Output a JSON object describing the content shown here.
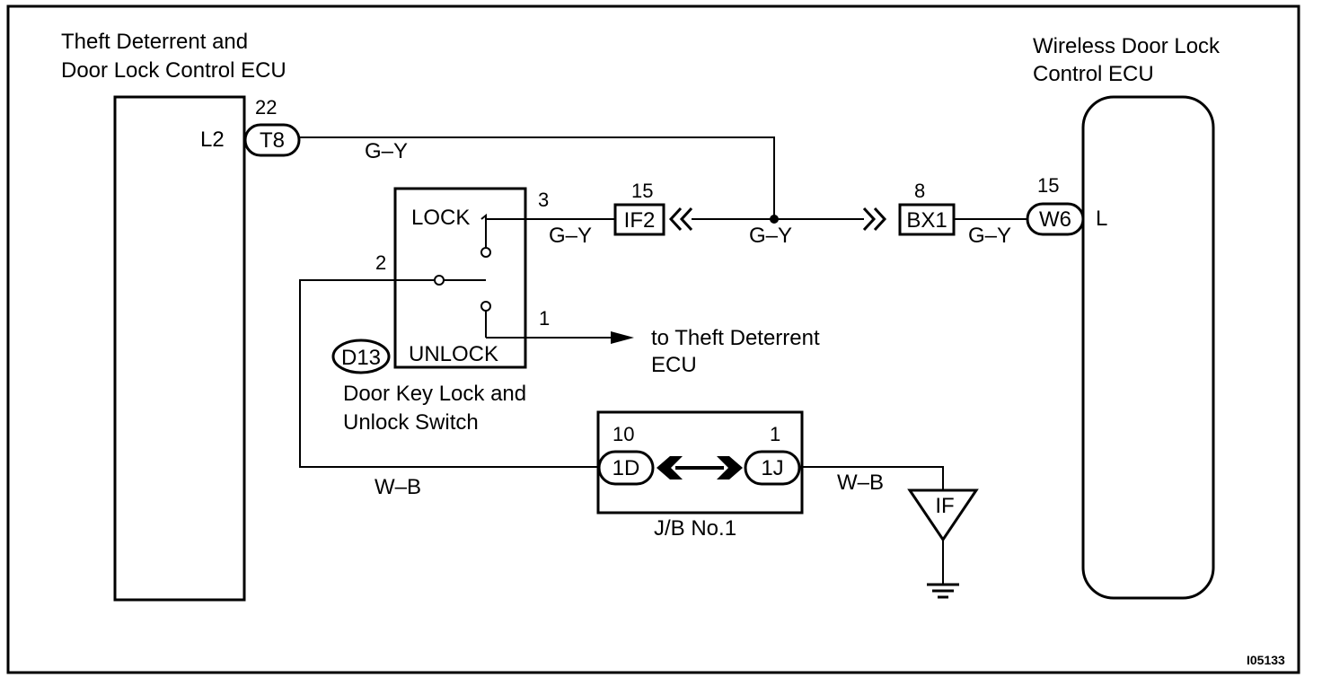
{
  "ecu_left": {
    "title_line1": "Theft Deterrent and",
    "title_line2": "Door Lock Control ECU",
    "terminal": "L2",
    "connector": "T8",
    "pin": "22"
  },
  "ecu_right": {
    "title_line1": "Wireless Door Lock",
    "title_line2": "Control ECU",
    "terminal": "L",
    "connector": "W6",
    "pin": "15"
  },
  "switch": {
    "connector": "D13",
    "lock_label": "LOCK",
    "unlock_label": "UNLOCK",
    "pin_lock": "3",
    "pin_common": "2",
    "pin_unlock": "1",
    "name_line1": "Door Key Lock and",
    "name_line2": "Unlock Switch"
  },
  "connectors": {
    "if2": {
      "name": "IF2",
      "pin": "15"
    },
    "bx1": {
      "name": "BX1",
      "pin": "8"
    }
  },
  "junction_block": {
    "name": "J/B No.1",
    "left_connector": "1D",
    "left_pin": "10",
    "right_connector": "1J",
    "right_pin": "1"
  },
  "ground": {
    "label": "IF"
  },
  "wires": {
    "top": "G–Y",
    "lock_to_if2": "G–Y",
    "if2_to_bx1": "G–Y",
    "bx1_to_w6": "G–Y",
    "ground_left": "W–B",
    "ground_right": "W–B"
  },
  "to_theft": {
    "line1": "to Theft Deterrent",
    "line2": "ECU"
  },
  "figure_id": "I05133"
}
